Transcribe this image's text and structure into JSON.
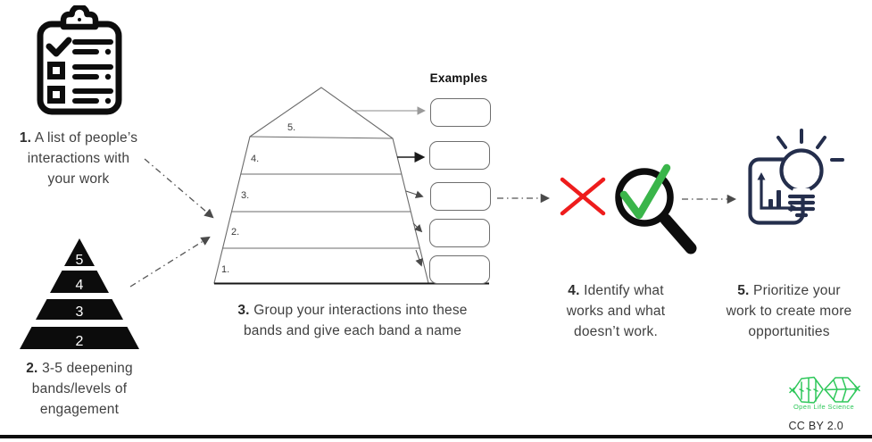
{
  "steps": [
    {
      "num": "1.",
      "lines": [
        "A list of people’s",
        "interactions with",
        "your work"
      ]
    },
    {
      "num": "2.",
      "lines": [
        "3-5 deepening",
        "bands/levels of",
        "engagement"
      ]
    },
    {
      "num": "3.",
      "lines": [
        "Group your interactions into these",
        "bands and give each band a name"
      ]
    },
    {
      "num": "4.",
      "lines": [
        "Identify what",
        "works and what",
        "doesn’t work."
      ]
    },
    {
      "num": "5.",
      "lines": [
        "Prioritize your",
        "work to create more",
        "opportunities"
      ]
    }
  ],
  "examples": {
    "title": "Examples",
    "box_count": 5
  },
  "big_pyramid": {
    "bands": [
      "5.",
      "4.",
      "3.",
      "2.",
      "1."
    ]
  },
  "small_pyramid": {
    "levels": [
      "5",
      "4",
      "3",
      "2"
    ]
  },
  "footer": {
    "logo_text": "Open Life Science",
    "license": "CC BY 2.0"
  },
  "icons": {
    "left": "clipboard-checklist-icon",
    "left_lower": "engagement-pyramid-icon",
    "middle": "funnel-pyramid-diagram",
    "identify": [
      "red-cross-icon",
      "magnifier-check-icon"
    ],
    "right": "lightbulb-chart-icon",
    "logo": "open-life-science-logo"
  },
  "colors": {
    "red_cross": "#ee1c1c",
    "green_check": "#3ab54a",
    "lightbulb_navy": "#242e4c",
    "ols_green": "#2ec75a",
    "line_gray": "#6b6b6b",
    "text": "#3f3f3f"
  }
}
